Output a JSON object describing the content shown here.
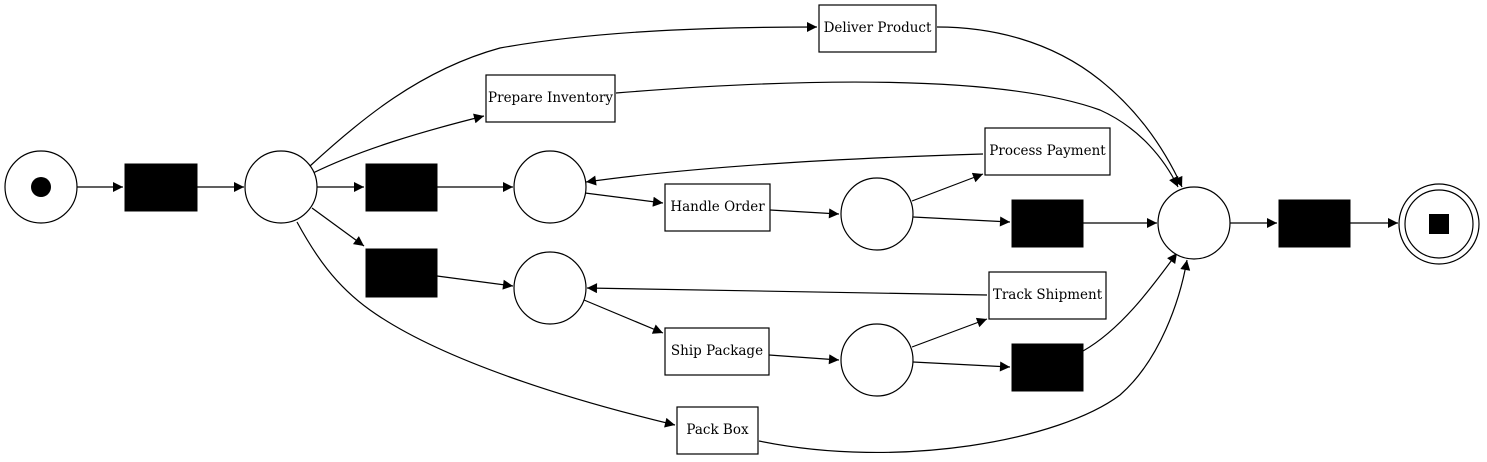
{
  "diagram": {
    "type": "petri-net",
    "transitions": {
      "deliver_product": "Deliver Product",
      "prepare_inventory": "Prepare Inventory",
      "process_payment": "Process Payment",
      "handle_order": "Handle Order",
      "track_shipment": "Track Shipment",
      "ship_package": "Ship Package",
      "pack_box": "Pack Box"
    },
    "marking": {
      "start_tokens": 1
    },
    "colors": {
      "stroke": "#000000",
      "background": "#ffffff",
      "silent_fill": "#000000"
    }
  }
}
